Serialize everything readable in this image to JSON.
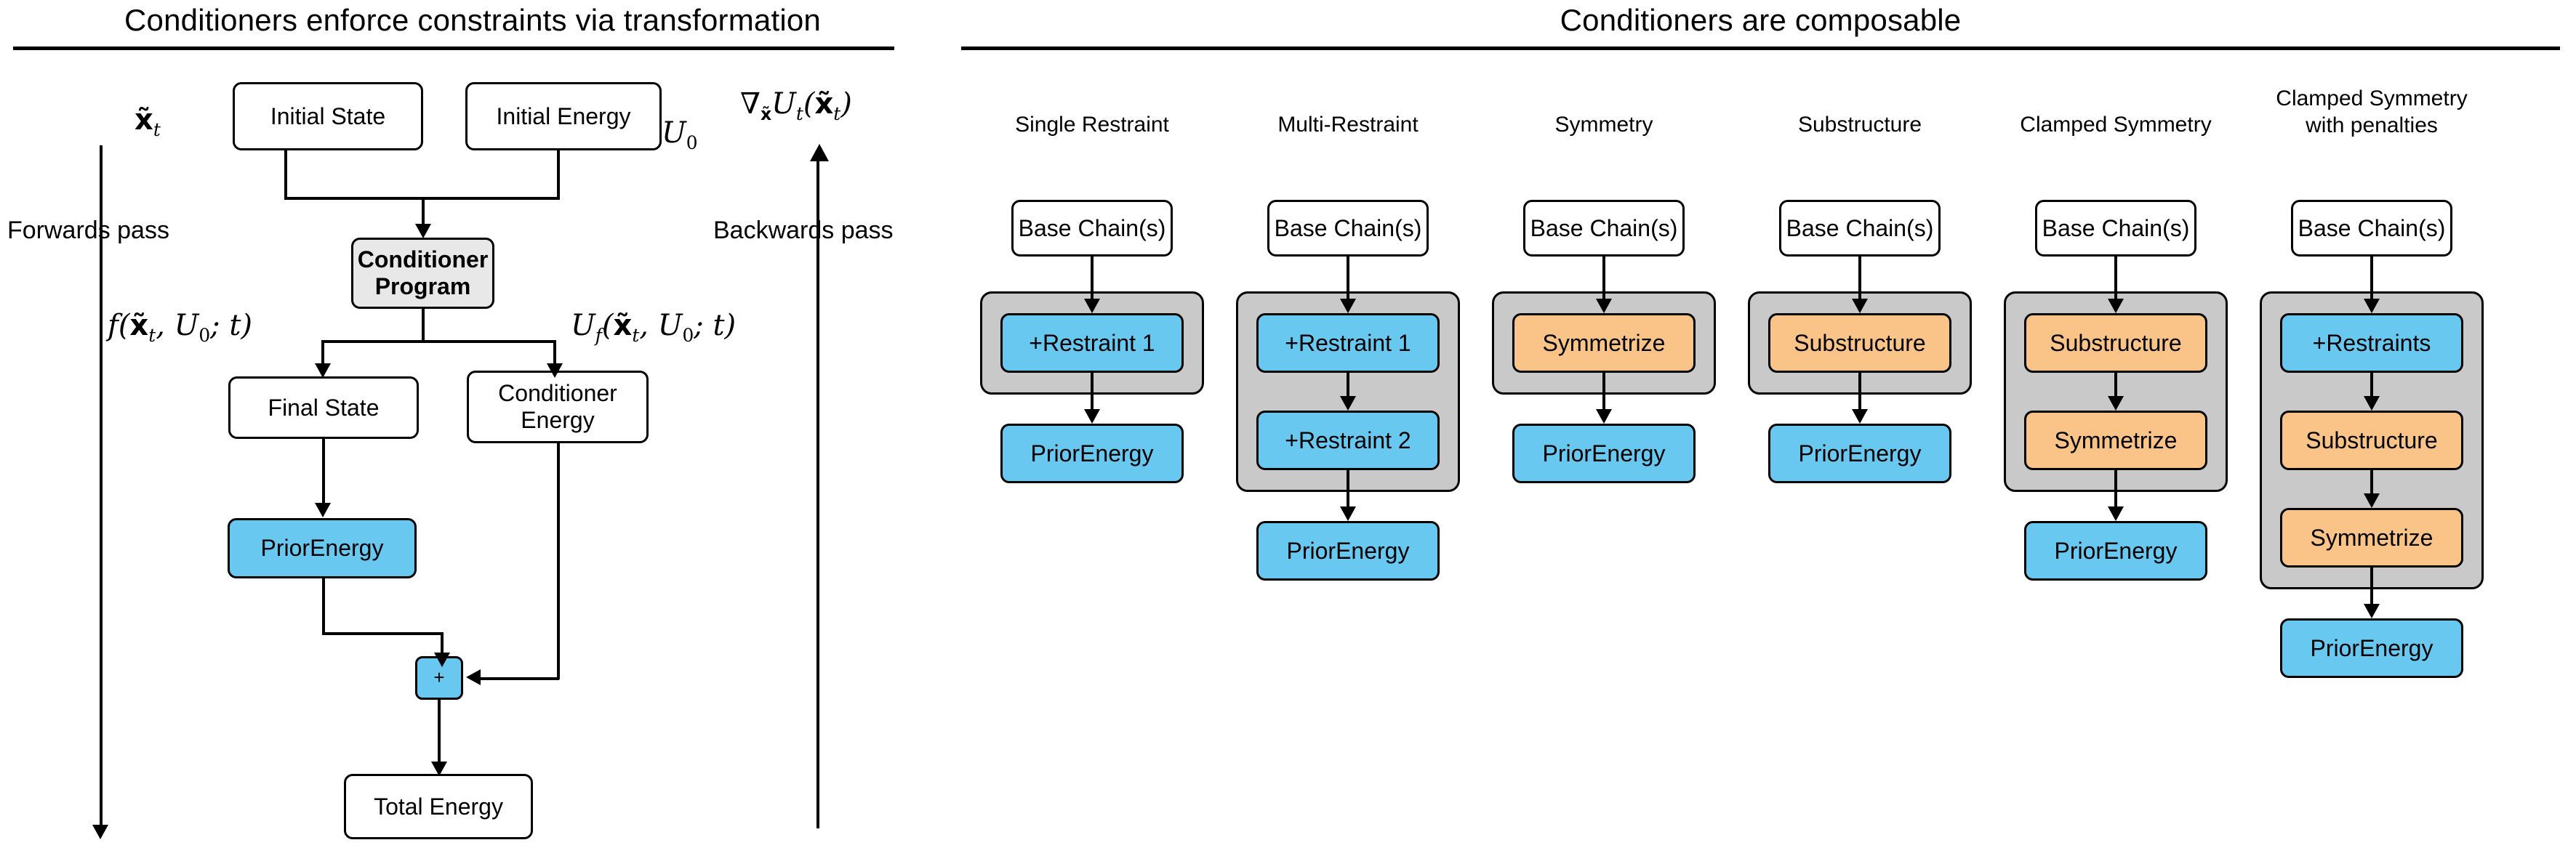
{
  "left_panel": {
    "title": "Conditioners enforce constraints via transformation",
    "forwards_pass_label": "Forwards pass",
    "backwards_pass_label": "Backwards pass",
    "nodes": {
      "initial_state": "Initial State",
      "initial_energy": "Initial Energy",
      "conditioner_program": "Conditioner\nProgram",
      "final_state": "Final State",
      "conditioner_energy": "Conditioner\nEnergy",
      "prior_energy": "PriorEnergy",
      "sum_node": "+",
      "total_energy": "Total Energy"
    },
    "math": {
      "x_tilde_t": "x̃t",
      "u_zero": "U0",
      "gradient": "∇x̃Ut(x̃t)",
      "f_transform": "f(x̃t, U0; t)",
      "u_final": "Uf(x̃t, U0; t)"
    },
    "colors": {
      "blue": "#69c8f0",
      "grey_fill": "#e8e8e8",
      "stroke": "#000000"
    }
  },
  "right_panel": {
    "title": "Conditioners are composable",
    "colors": {
      "blue": "#69c8f0",
      "orange": "#fac488",
      "group_grey": "#c9c9c9",
      "white": "#ffffff",
      "stroke": "#000000"
    },
    "columns": [
      {
        "title": "Single Restraint",
        "base": "Base Chain(s)",
        "grouped": [
          "+Restraint 1"
        ],
        "grouped_colors": [
          "blue"
        ],
        "output": "PriorEnergy"
      },
      {
        "title": "Multi-Restraint",
        "base": "Base Chain(s)",
        "grouped": [
          "+Restraint 1",
          "+Restraint 2"
        ],
        "grouped_colors": [
          "blue",
          "blue"
        ],
        "output": "PriorEnergy"
      },
      {
        "title": "Symmetry",
        "base": "Base Chain(s)",
        "grouped": [
          "Symmetrize"
        ],
        "grouped_colors": [
          "orange"
        ],
        "output": "PriorEnergy"
      },
      {
        "title": "Substructure",
        "base": "Base Chain(s)",
        "grouped": [
          "Substructure"
        ],
        "grouped_colors": [
          "orange"
        ],
        "output": "PriorEnergy"
      },
      {
        "title": "Clamped Symmetry",
        "base": "Base Chain(s)",
        "grouped": [
          "Substructure",
          "Symmetrize"
        ],
        "grouped_colors": [
          "orange",
          "orange"
        ],
        "output": "PriorEnergy"
      },
      {
        "title": "Clamped Symmetry\nwith penalties",
        "base": "Base Chain(s)",
        "grouped": [
          "+Restraints",
          "Substructure",
          "Symmetrize"
        ],
        "grouped_colors": [
          "blue",
          "orange",
          "orange"
        ],
        "output": "PriorEnergy"
      }
    ]
  }
}
